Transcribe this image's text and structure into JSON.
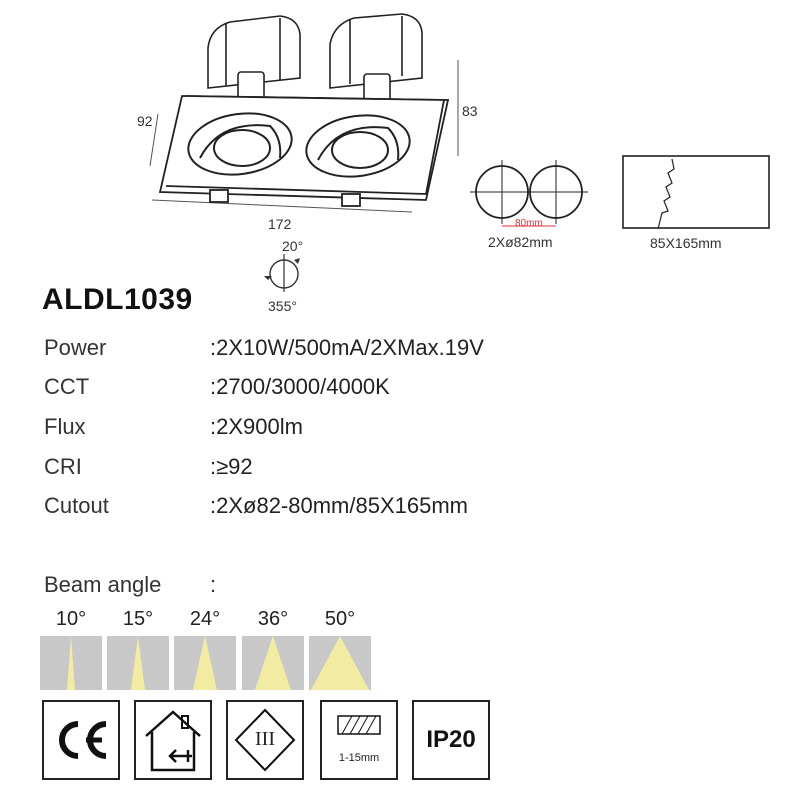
{
  "drawing": {
    "dim_depth": "92",
    "dim_height": "83",
    "dim_width": "172",
    "tilt_angle": "20°",
    "rotation_angle": "355°",
    "cutout_spacing": "80mm",
    "cutout_round_label": "2Xø82mm",
    "cutout_rect_label": "85X165mm"
  },
  "model": "ALDL1039",
  "specs": [
    {
      "label": "Power",
      "value": ":2X10W/500mA/2XMax.19V"
    },
    {
      "label": "CCT",
      "value": ":2700/3000/4000K"
    },
    {
      "label": "Flux",
      "value": ":2X900lm"
    },
    {
      "label": "CRI",
      "value": ":≥92"
    },
    {
      "label": "Cutout",
      "value": ":2Xø82-80mm/85X165mm"
    }
  ],
  "beam": {
    "title": "Beam angle",
    "colon": ":",
    "angles": [
      "10°",
      "15°",
      "24°",
      "36°",
      "50°"
    ],
    "beam_color": "#f2eca2",
    "box_color": "#c8c8c8"
  },
  "certifications": {
    "ce": "CE",
    "indoor_icon": "indoor-use-house-icon",
    "class_iii": "III",
    "wire_range": "1-15mm",
    "ip_rating": "IP20"
  },
  "colors": {
    "accent_red": "#e0303a",
    "line": "#333333"
  }
}
